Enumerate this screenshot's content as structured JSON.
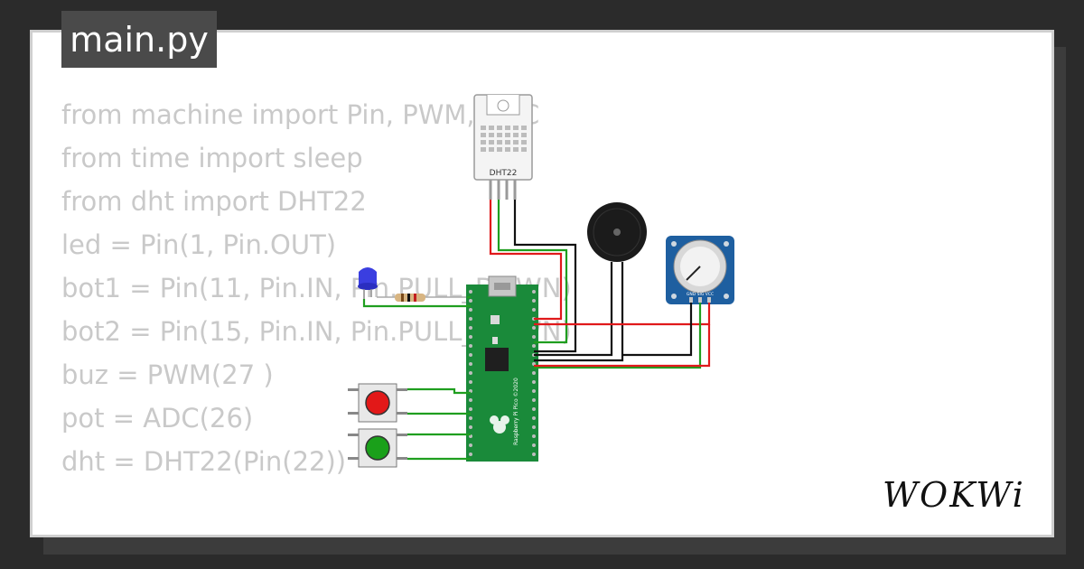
{
  "tab": {
    "filename": "main.py"
  },
  "code_lines": [
    "from machine import Pin, PWM, ADC",
    "from time import sleep",
    "from dht import DHT22",
    "",
    "",
    "led = Pin(1, Pin.OUT)",
    "bot1 = Pin(11, Pin.IN, Pin.PULL_DOWN)",
    "bot2 = Pin(15, Pin.IN, Pin.PULL_DOWN)",
    "buz = PWM(27 )",
    "pot = ADC(26)",
    "dht = DHT22(Pin(22))"
  ],
  "components": {
    "dht_label": "DHT22",
    "board_label": "Raspberry Pi Pico ©2020",
    "pot_pins": "GND SIG VCC"
  },
  "brand": {
    "name": "WOKWi"
  },
  "colors": {
    "wire_red": "#e0191b",
    "wire_green": "#1f9e1f",
    "wire_black": "#111111",
    "board": "#1a8a3a"
  }
}
